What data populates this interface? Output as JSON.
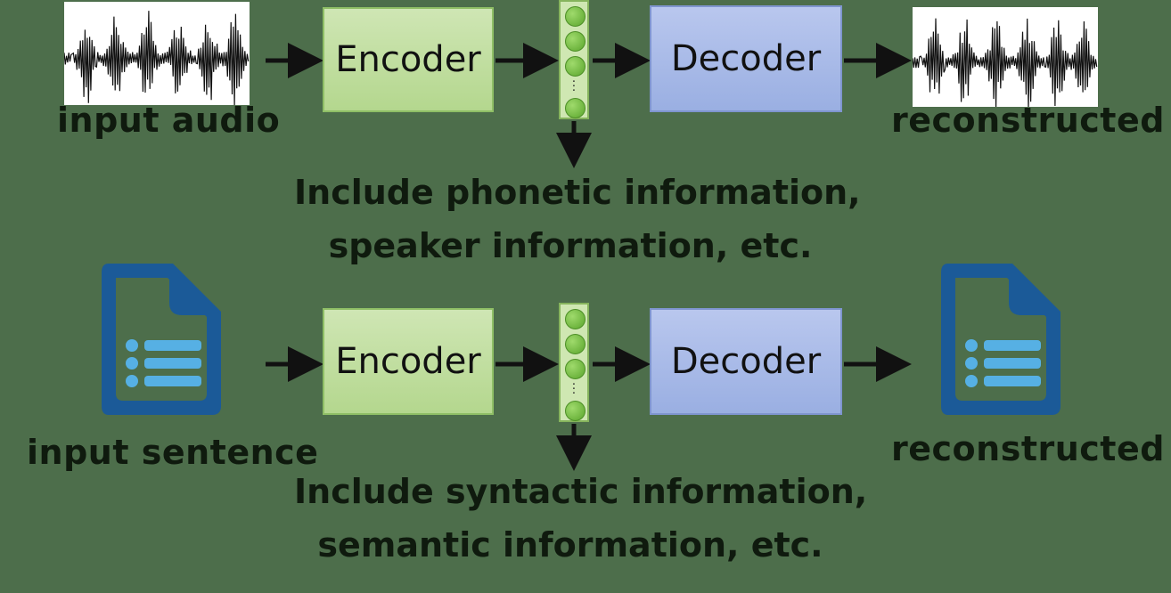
{
  "speech": {
    "input_label": "input audio",
    "encoder_label": "Encoder",
    "decoder_label": "Decoder",
    "output_label": "reconstructed",
    "info_line1": "Include phonetic information,",
    "info_line2": "speaker information, etc."
  },
  "text": {
    "input_label": "input sentence",
    "encoder_label": "Encoder",
    "decoder_label": "Decoder",
    "output_label": "reconstructed",
    "info_line1": "Include syntactic information,",
    "info_line2": "semantic information, etc."
  },
  "colors": {
    "background": "#4d6e4b",
    "encoder": "#b4d78e",
    "decoder": "#9aafe2",
    "vector": "#5aa52c",
    "document": "#1b5a98",
    "document_lines": "#56b0e4"
  },
  "icons": [
    "waveform-icon",
    "document-icon"
  ]
}
